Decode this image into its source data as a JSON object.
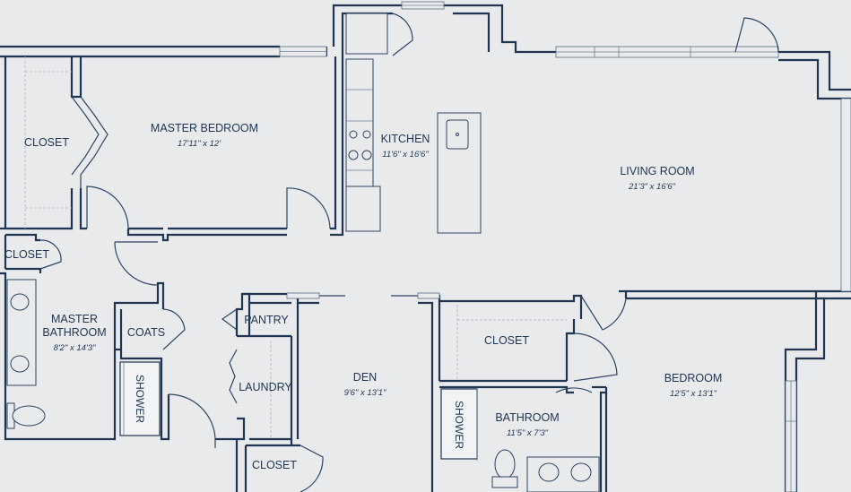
{
  "rooms": {
    "master_bedroom": {
      "name": "MASTER BEDROOM",
      "dims": "17'11\" x 12'"
    },
    "kitchen": {
      "name": "KITCHEN",
      "dims": "11'6\" x 16'6\""
    },
    "living_room": {
      "name": "LIVING ROOM",
      "dims": "21'3\" x 16'6\""
    },
    "master_bathroom": {
      "name_line1": "MASTER",
      "name_line2": "BATHROOM",
      "dims": "8'2\" x 14'3\""
    },
    "den": {
      "name": "DEN",
      "dims": "9'6\" x 13'1\""
    },
    "bedroom": {
      "name": "BEDROOM",
      "dims": "12'5\" x 13'1\""
    },
    "bathroom": {
      "name": "BATHROOM",
      "dims": "11'5\" x 7'3\""
    }
  },
  "labels": {
    "closet_master": "CLOSET",
    "closet_small": "CLOSET",
    "coats": "COATS",
    "pantry": "PANTRY",
    "laundry": "LAUNDRY",
    "closet_den": "CLOSET",
    "closet_bedroom": "CLOSET",
    "shower_master": "SHOWER",
    "shower_bath": "SHOWER"
  },
  "colors": {
    "wall": "#1f3552",
    "background": "#e9eaec"
  }
}
